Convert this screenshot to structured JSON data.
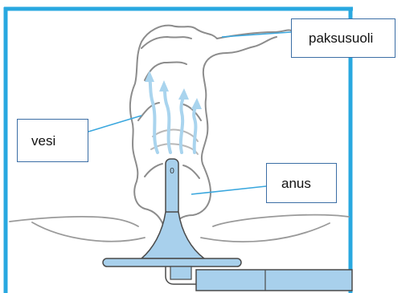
{
  "labels": {
    "colon": "paksusuoli",
    "water": "vesi",
    "anus": "anus"
  },
  "nozzle_mark": "0",
  "colors": {
    "frame": "#29a8e0",
    "leader": "#3aa7de",
    "box_border": "#3b6ea5",
    "anatomy": "#8c8c8c",
    "water_arrows": "#a9d4ee",
    "device": "#a8d0ec",
    "device_outline": "#4a4a4a"
  }
}
